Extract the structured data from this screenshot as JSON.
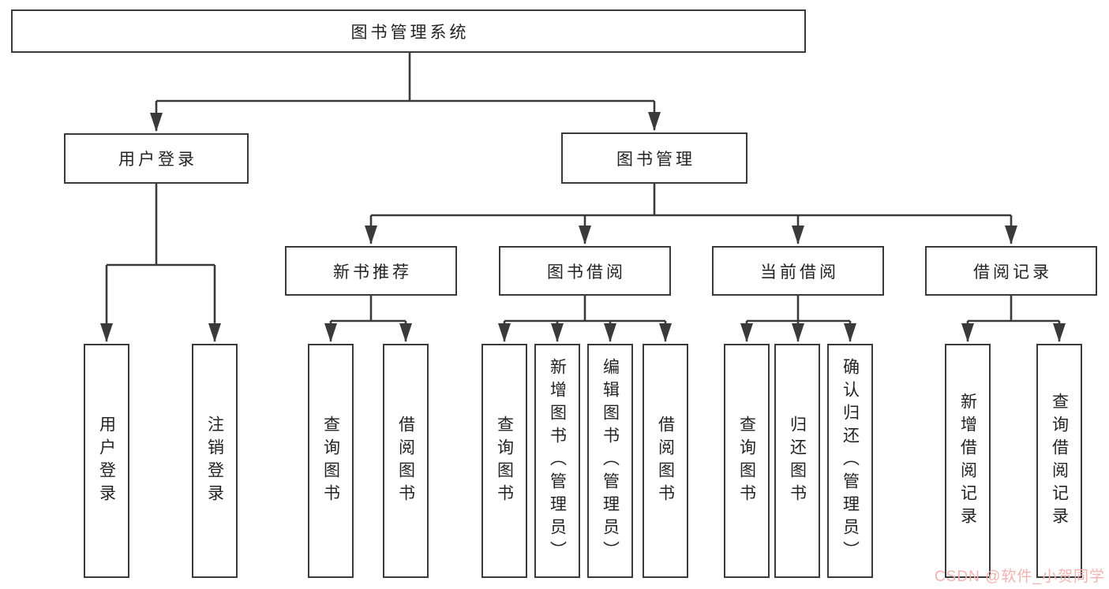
{
  "colors": {
    "line": "#3a3a3a",
    "text": "#232323",
    "watermark": "#f2b3af",
    "background": "#ffffff"
  },
  "watermark": {
    "text": "CSDN @软件_小贺同学"
  },
  "diagram": {
    "type": "hierarchy-tree",
    "root": {
      "label": "图书管理系统"
    },
    "branches": [
      {
        "label": "用户登录",
        "children": [
          {
            "label": "用户登录"
          },
          {
            "label": "注销登录"
          }
        ]
      },
      {
        "label": "图书管理",
        "children": [
          {
            "label": "新书推荐",
            "children": [
              {
                "label": "查询图书"
              },
              {
                "label": "借阅图书"
              }
            ]
          },
          {
            "label": "图书借阅",
            "children": [
              {
                "label": "查询图书"
              },
              {
                "label": "新增图书（管理员）"
              },
              {
                "label": "编辑图书（管理员）"
              },
              {
                "label": "借阅图书"
              }
            ]
          },
          {
            "label": "当前借阅",
            "children": [
              {
                "label": "查询图书"
              },
              {
                "label": "归还图书"
              },
              {
                "label": "确认归还（管理员）"
              }
            ]
          },
          {
            "label": "借阅记录",
            "children": [
              {
                "label": "新增借阅记录"
              },
              {
                "label": "查询借阅记录"
              }
            ]
          }
        ]
      }
    ]
  }
}
